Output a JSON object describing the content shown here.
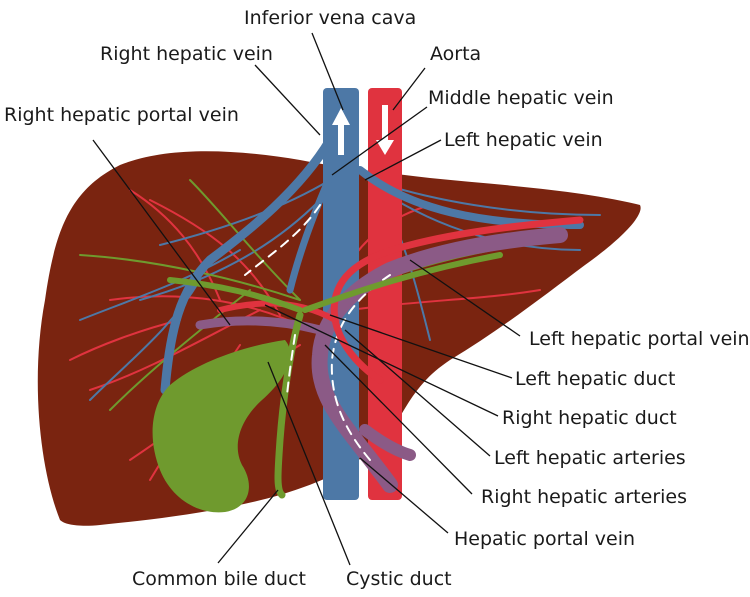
{
  "colors": {
    "liver": "#7a2410",
    "vein_blue": "#4d78a6",
    "artery_red": "#e0333f",
    "bile_green": "#6f9a2e",
    "portal_purple": "#8b5a86",
    "text": "#1a1a1a"
  },
  "labels": {
    "inferior_vena_cava": "Inferior vena cava",
    "right_hepatic_vein": "Right hepatic vein",
    "aorta": "Aorta",
    "middle_hepatic_vein": "Middle hepatic vein",
    "right_hepatic_portal_vein": "Right hepatic portal vein",
    "left_hepatic_vein": "Left hepatic vein",
    "left_hepatic_portal_vein": "Left hepatic portal vein",
    "left_hepatic_duct": "Left hepatic duct",
    "right_hepatic_duct": "Right hepatic duct",
    "left_hepatic_arteries": "Left hepatic arteries",
    "right_hepatic_arteries": "Right hepatic arteries",
    "hepatic_portal_vein": "Hepatic portal vein",
    "common_bile_duct": "Common bile duct",
    "cystic_duct": "Cystic duct"
  }
}
